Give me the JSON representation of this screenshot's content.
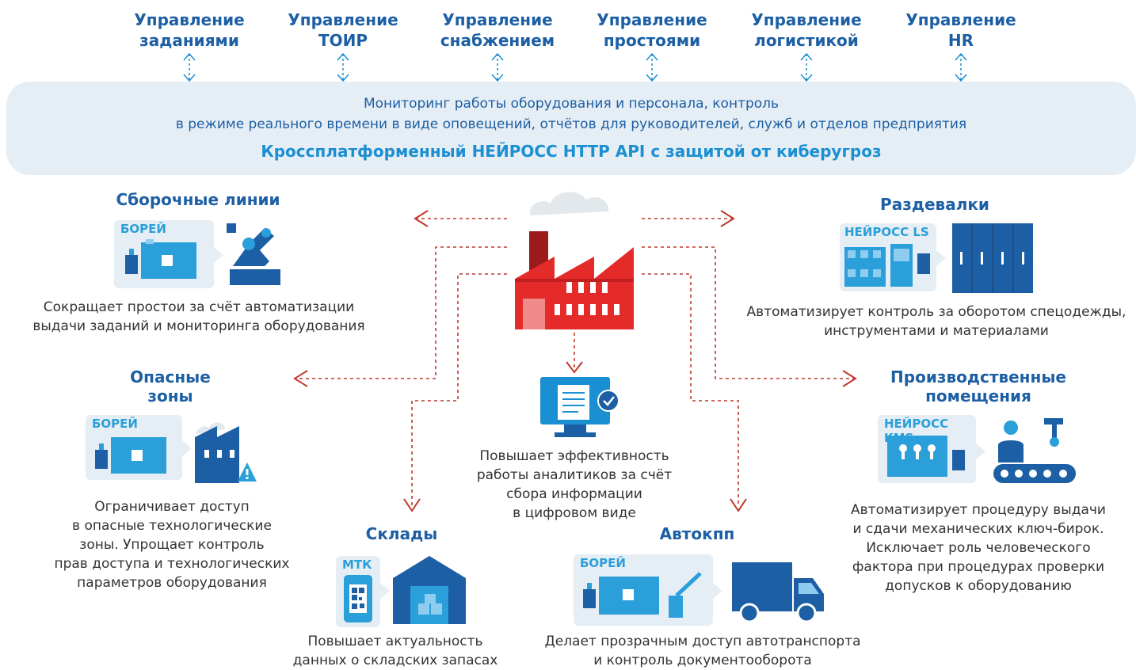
{
  "management": [
    {
      "line1": "Управление",
      "line2": "заданиями"
    },
    {
      "line1": "Управление",
      "line2": "ТОИР"
    },
    {
      "line1": "Управление",
      "line2": "снабжением"
    },
    {
      "line1": "Управление",
      "line2": "простоями"
    },
    {
      "line1": "Управление",
      "line2": "логистикой"
    },
    {
      "line1": "Управление",
      "line2": "HR"
    }
  ],
  "band": {
    "line1": "Мониторинг работы оборудования и персонала, контроль",
    "line2": "в режиме реального времени в виде оповещений, отчётов для руководителей, служб и отделов предприятия",
    "line3": "Кроссплатформенный НЕЙРОСС HTTP API с защитой от киберугроз"
  },
  "sections": {
    "assembly": {
      "title": "Сборочные линии",
      "product": "БОРЕЙ",
      "desc": [
        "Сокращает простои за счёт автоматизации",
        "выдачи заданий и мониторинга оборудования"
      ]
    },
    "lockers": {
      "title": "Раздевалки",
      "product": "НЕЙРОСС LS",
      "desc": [
        "Автоматизирует контроль за оборотом спецодежды,",
        "инструментами и материалами"
      ]
    },
    "danger": {
      "title_line1": "Опасные",
      "title_line2": "зоны",
      "product": "БОРЕЙ",
      "desc": [
        "Ограничивает доступ",
        "в опасные технологические",
        "зоны. Упрощает контроль",
        "прав доступа и технологических",
        "параметров оборудования"
      ]
    },
    "production": {
      "title_line1": "Производственные",
      "title_line2": "помещения",
      "product": "НЕЙРОСС KMS",
      "desc": [
        "Автоматизирует процедуру выдачи",
        "и сдачи механических ключ-бирок.",
        "Исключает роль человеческого",
        "фактора при процедурах проверки",
        "допусков к оборудованию"
      ]
    },
    "analytics": {
      "desc": [
        "Повышает эффективность",
        "работы аналитиков за счёт",
        "сбора информации",
        "в цифровом виде"
      ]
    },
    "warehouse": {
      "title": "Склады",
      "product": "МТК",
      "desc": [
        "Повышает актуальность",
        "данных о складских запасах"
      ]
    },
    "checkpoint": {
      "title": "Автокпп",
      "product": "БОРЕЙ",
      "desc": [
        "Делает прозрачным доступ автотранспорта",
        "и контроль документооборота"
      ]
    }
  },
  "colors": {
    "primary_blue": "#1d5fa4",
    "light_blue": "#2a9fd9",
    "band_bg": "#e6eef5",
    "factory_red": "#e52a2a",
    "dashed_red": "#c0392b"
  }
}
